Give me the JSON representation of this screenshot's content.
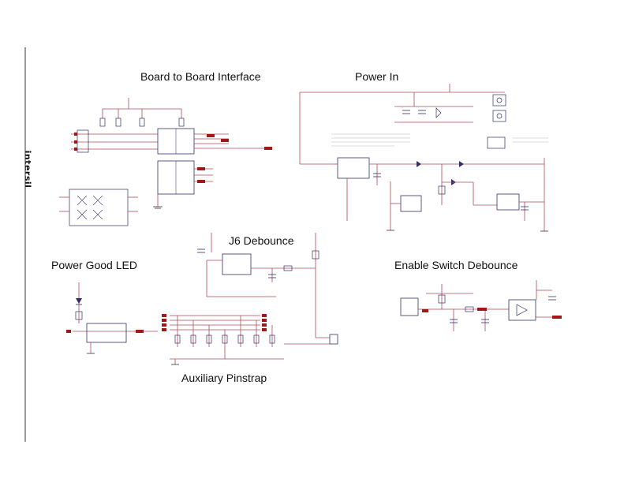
{
  "sections": {
    "board_to_board": "Board to Board Interface",
    "power_in": "Power In",
    "j6_debounce": "J6 Debounce",
    "power_good_led": "Power Good LED",
    "enable_switch_debounce": "Enable Switch Debounce",
    "auxiliary_pinstrap": "Auxiliary Pinstrap"
  },
  "logo_text": "intersil",
  "colors": {
    "wire": "#b04a5a",
    "part": "#2f2f66",
    "net": "#a01818",
    "text": "#444444",
    "page": "#ffffff"
  }
}
